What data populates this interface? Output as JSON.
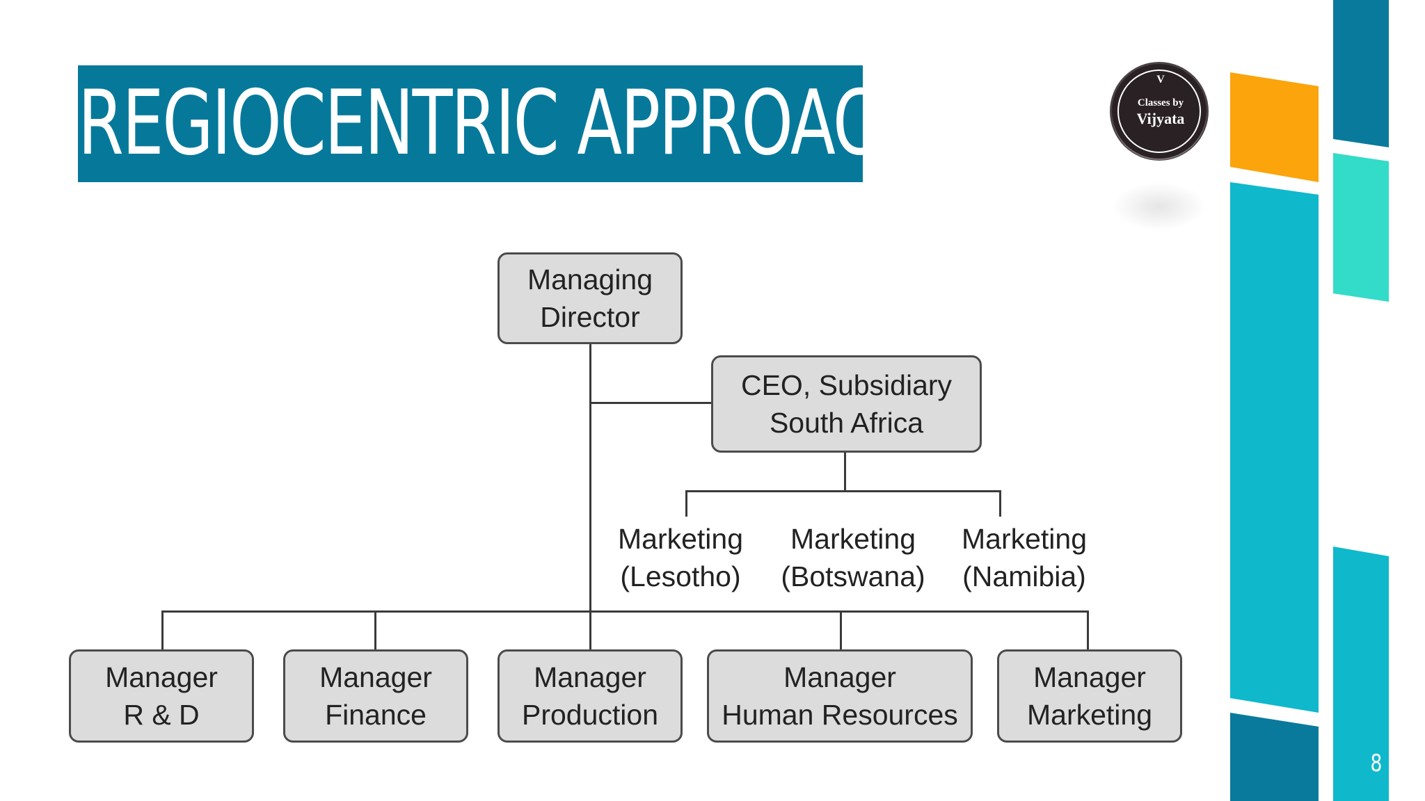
{
  "slide": {
    "title": "REGIOCENTRIC APPROACH",
    "page_number": "8",
    "title_bg_color": "#06799b"
  },
  "logo": {
    "mark": "V",
    "line1": "Classes by",
    "line2": "Vijyata"
  },
  "org_chart": {
    "managing_director": {
      "line1": "Managing",
      "line2": "Director"
    },
    "ceo_subsidiary": {
      "line1": "CEO, Subsidiary",
      "line2": "South Africa"
    },
    "marketing_units": [
      {
        "line1": "Marketing",
        "line2": "(Lesotho)"
      },
      {
        "line1": "Marketing",
        "line2": "(Botswana)"
      },
      {
        "line1": "Marketing",
        "line2": "(Namibia)"
      }
    ],
    "managers": [
      {
        "line1": "Manager",
        "line2": "R & D"
      },
      {
        "line1": "Manager",
        "line2": "Finance"
      },
      {
        "line1": "Manager",
        "line2": "Production"
      },
      {
        "line1": "Manager",
        "line2": "Human Resources"
      },
      {
        "line1": "Manager",
        "line2": "Marketing"
      }
    ]
  },
  "colors": {
    "accent_dark_blue": "#0a7a9c",
    "accent_cyan": "#10b8cb",
    "accent_teal": "#33dcc8",
    "accent_orange": "#fba40b"
  }
}
